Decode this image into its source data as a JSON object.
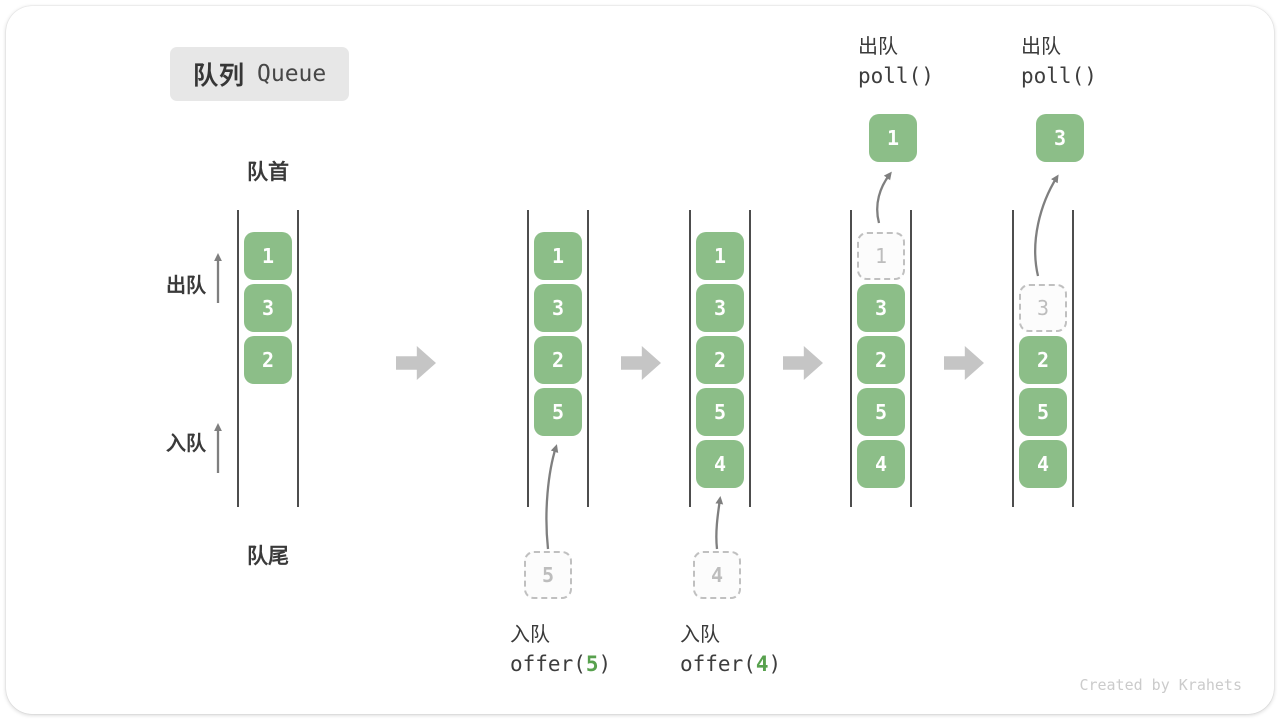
{
  "title": {
    "zh": "队列",
    "en": "Queue"
  },
  "labels": {
    "front": "队首",
    "rear": "队尾",
    "dequeue_side": "出队",
    "enqueue_side": "入队"
  },
  "operations": {
    "enqueue_1": {
      "label": "入队",
      "fn": "offer(",
      "arg": "5",
      "close": ")",
      "pending": "5"
    },
    "enqueue_2": {
      "label": "入队",
      "fn": "offer(",
      "arg": "4",
      "close": ")",
      "pending": "4"
    },
    "dequeue_1": {
      "label": "出队",
      "code": "poll()",
      "result": "1"
    },
    "dequeue_2": {
      "label": "出队",
      "code": "poll()",
      "result": "3"
    }
  },
  "states": [
    {
      "blocks": [
        "1",
        "3",
        "2"
      ]
    },
    {
      "blocks": [
        "1",
        "3",
        "2",
        "5"
      ]
    },
    {
      "blocks": [
        "1",
        "3",
        "2",
        "5",
        "4"
      ]
    },
    {
      "removed": "1",
      "blocks": [
        "3",
        "2",
        "5",
        "4"
      ]
    },
    {
      "removed": "3",
      "blocks": [
        "2",
        "5",
        "4"
      ]
    }
  ],
  "watermark": "Created by Krahets",
  "colors": {
    "block_green": "#8cbe88",
    "code_arg_green": "#58a14e",
    "text_dark": "#3a3a3a",
    "flow_arrow_gray": "#c5c5c5",
    "thin_arrow_gray": "#7f7f7f",
    "dashed_gray": "#c0c0c0",
    "title_bg": "#e7e7e7"
  }
}
